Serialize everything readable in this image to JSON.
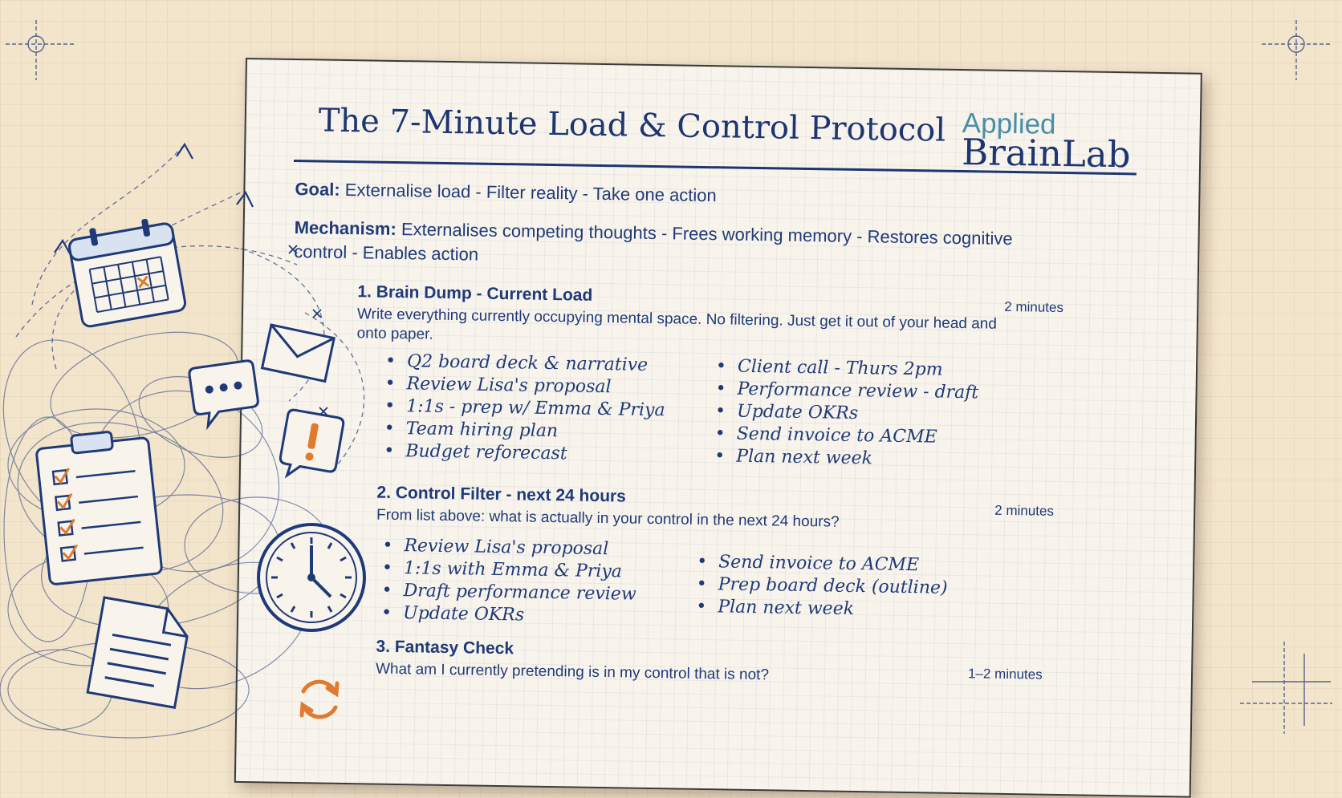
{
  "title": "The 7-Minute Load & Control Protocol",
  "brand": {
    "line1": "Applied",
    "line2": "BrainLab"
  },
  "goal": {
    "label": "Goal:",
    "text": "Externalise load - Filter reality - Take one action"
  },
  "mechanism": {
    "label": "Mechanism:",
    "text_line1": "Externalises competing thoughts - Frees working memory - Restores cognitive",
    "text_line2": "control - Enables action"
  },
  "steps": [
    {
      "title": "1. Brain Dump - Current Load",
      "duration": "2 minutes",
      "description": "Write everything currently occupying mental space. No filtering. Just get it out of your head and onto paper.",
      "items_left": [
        "Q2 board deck & narrative",
        "Review Lisa's proposal",
        "1:1s - prep w/ Emma & Priya",
        "Team hiring plan",
        "Budget reforecast"
      ],
      "items_right": [
        "Client call - Thurs 2pm",
        "Performance review - draft",
        "Update OKRs",
        "Send invoice to ACME",
        "Plan next week"
      ]
    },
    {
      "title": "2. Control Filter - next 24 hours",
      "duration": "2 minutes",
      "description": "From list above: what is actually in your control in the next 24 hours?",
      "items_left": [
        "Review Lisa's proposal",
        "1:1s with Emma & Priya",
        "Draft performance review",
        "Update OKRs"
      ],
      "items_right": [
        "Send invoice to ACME",
        "Prep board deck (outline)",
        "Plan next week"
      ]
    },
    {
      "title": "3. Fantasy Check",
      "duration": "1–2 minutes",
      "description": "What am I currently pretending is in my control that is not?"
    }
  ],
  "colors": {
    "ink": "#1f3a78",
    "accent": "#e07a2e",
    "logo_teal": "#4a8fa6",
    "paper": "#f8f4ec",
    "background": "#f3e4cc"
  },
  "icons": [
    "calendar-icon",
    "envelope-icon",
    "chat-bubble-icon",
    "alert-icon",
    "clipboard-checklist-icon",
    "clock-icon",
    "document-icon",
    "refresh-icon",
    "arrow-up-icon",
    "crosshair-icon"
  ]
}
